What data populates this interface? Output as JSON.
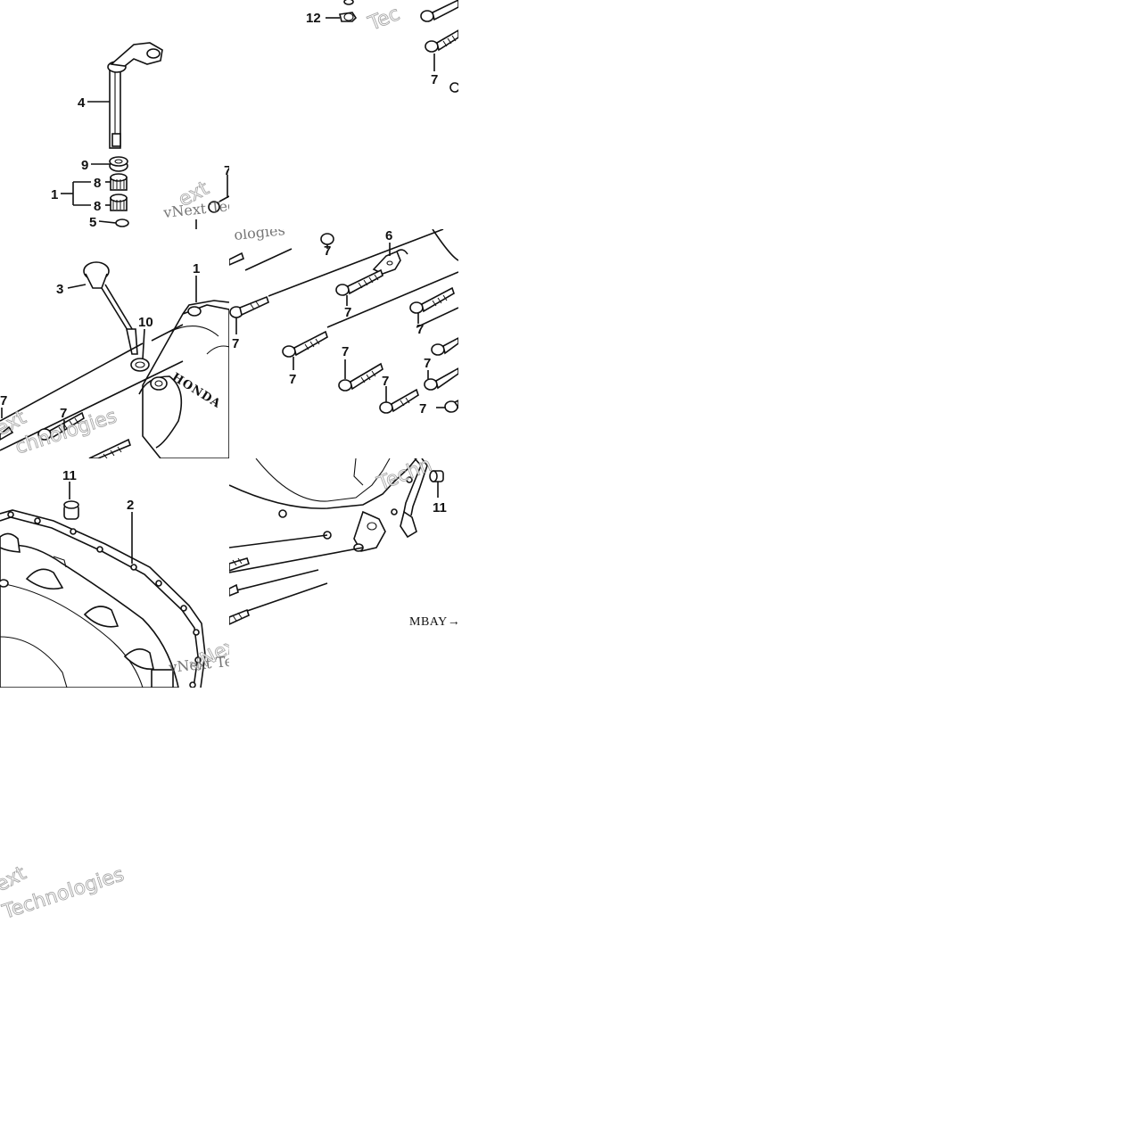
{
  "diagram": {
    "callouts": {
      "c1_top": "1",
      "c4": "4",
      "c9": "9",
      "c8a": "8",
      "c8b": "8",
      "c5": "5",
      "c7_tile1": "7",
      "c12": "12",
      "c7_tile2": "7",
      "c3": "3",
      "c1_mid": "1",
      "c10": "10",
      "c7_tile3a": "7",
      "c7_tile3b": "7",
      "c6": "6",
      "c7_tile4a": "7",
      "c7_tile4b": "7",
      "c7_tile4c": "7",
      "c7_tile4d": "7",
      "c7_tile4e": "7",
      "c7_tile4f": "7",
      "c7_tile4g": "7",
      "c7_tile4h": "7",
      "c7_tile4i": "7",
      "c11_left": "11",
      "c2": "2",
      "c11_right": "11"
    },
    "stamp": "HONDA",
    "reference_code": "MBAY→E",
    "watermark": {
      "brand_a": "vNext",
      "brand_b": "Technologies",
      "frag_1": "vNext Tec",
      "frag_2": "ologies",
      "frag_3": "Techno",
      "frag_4": "Techn",
      "frag_5": "chnologies",
      "frag_6": "Tec",
      "frag_7": "ext",
      "frag_8": "echnologies"
    }
  }
}
